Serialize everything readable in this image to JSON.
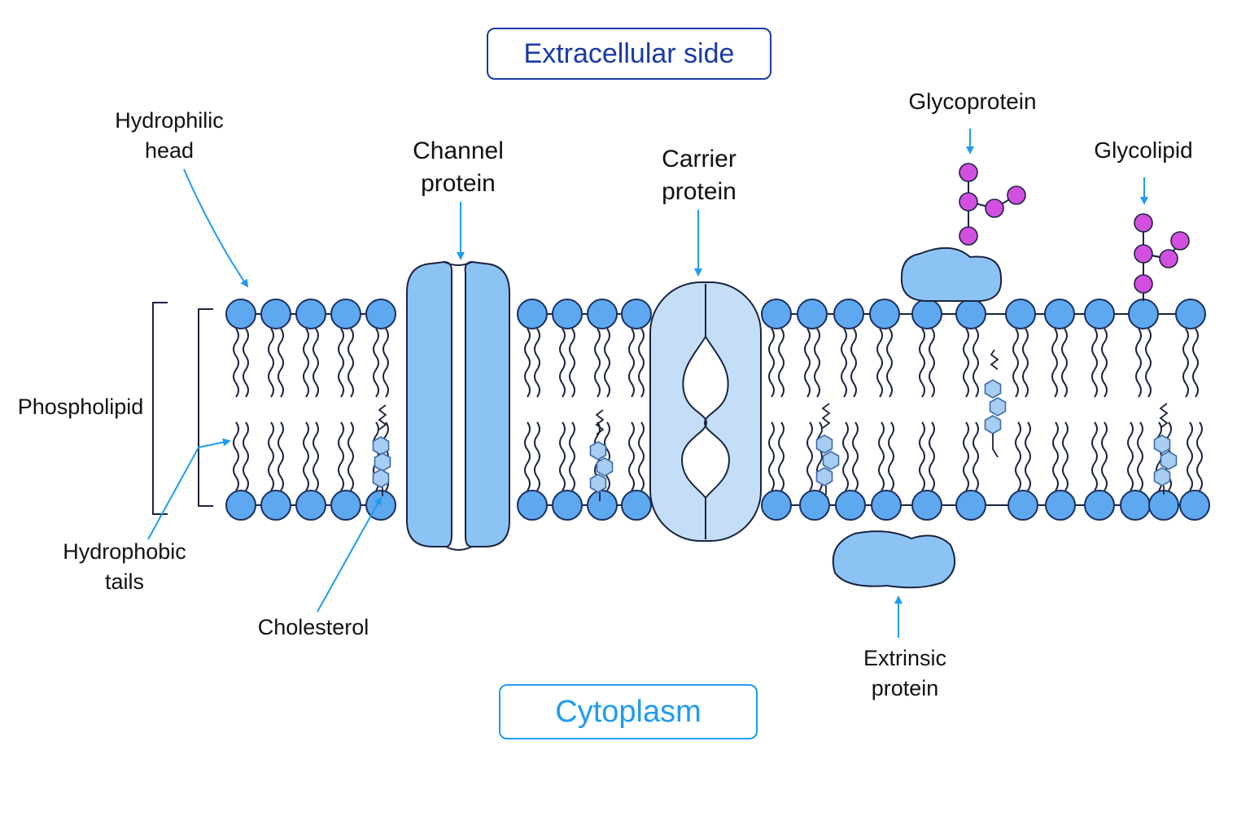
{
  "sides": {
    "extracellular": "Extracellular side",
    "cytoplasm": "Cytoplasm"
  },
  "labels": {
    "hydrophilic_head": [
      "Hydrophilic",
      "head"
    ],
    "channel_protein": [
      "Channel",
      "protein"
    ],
    "carrier_protein": [
      "Carrier",
      "protein"
    ],
    "glycoprotein": "Glycoprotein",
    "glycolipid": "Glycolipid",
    "phospholipid": "Phospholipid",
    "hydrophobic_tails": [
      "Hydrophobic",
      "tails"
    ],
    "cholesterol": "Cholesterol",
    "extrinsic_protein": [
      "Extrinsic",
      "protein"
    ]
  },
  "colors": {
    "head_fill": "#5ea8f0",
    "head_stroke": "#1a3060",
    "protein_fill": "#8cc3f5",
    "carrier_fill": "#c4def8",
    "cholesterol_fill": "#a8cdf2",
    "sugar_fill": "#d24fe0",
    "arrow": "#1e9cf0",
    "line": "#1a2340"
  }
}
